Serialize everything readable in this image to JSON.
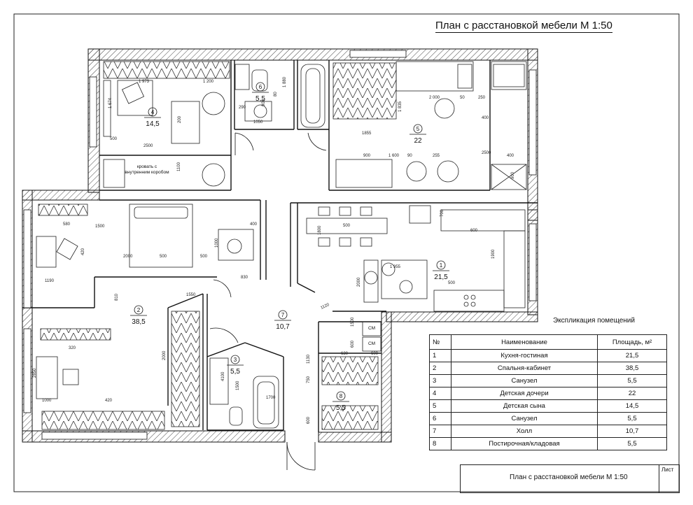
{
  "sheet_title": "План с расстановкой мебели М 1:50",
  "explication": {
    "title": "Экспликация помещений",
    "headers": [
      "№",
      "Наименование",
      "Площадь, м²"
    ],
    "rows": [
      [
        "1",
        "Кухня-гостиная",
        "21,5"
      ],
      [
        "2",
        "Спальня-кабинет",
        "38,5"
      ],
      [
        "3",
        "Санузел",
        "5,5"
      ],
      [
        "4",
        "Детская  дочери",
        "22"
      ],
      [
        "5",
        "Детская сына",
        "14,5"
      ],
      [
        "6",
        "Санузел",
        "5,5"
      ],
      [
        "7",
        "Холл",
        "10,7"
      ],
      [
        "8",
        "Постирочная/кладовая",
        "5,5"
      ]
    ]
  },
  "stamp": {
    "title": "План с расстановкой мебели М 1:50",
    "sheet_label": "Лист"
  },
  "rooms": [
    {
      "num": "1",
      "area": "21,5"
    },
    {
      "num": "2",
      "area": "38,5"
    },
    {
      "num": "3",
      "area": "5,5"
    },
    {
      "num": "4",
      "area": "14,5"
    },
    {
      "num": "5",
      "area": "22"
    },
    {
      "num": "6",
      "area": "5,5"
    },
    {
      "num": "7",
      "area": "10,7"
    },
    {
      "num": "8",
      "area": "5,5"
    }
  ],
  "notes": {
    "bed_label_1": "кровать с",
    "bed_label_2": "внутренним коробом",
    "cm1": "СМ",
    "cm2": "СМ"
  },
  "dims": [
    "1 973",
    "1 200",
    "1 674",
    "500",
    "2500",
    "200",
    "1100",
    "1 880",
    "290",
    "900",
    "80",
    "1050",
    "2 000",
    "50",
    "250",
    "1 835",
    "1855",
    "400",
    "900",
    "1 600",
    "90",
    "255",
    "2500",
    "400",
    "900",
    "580",
    "1500",
    "400",
    "420",
    "1190",
    "500",
    "2000",
    "500",
    "1000",
    "830",
    "500",
    "1800",
    "700",
    "600",
    "1900",
    "1 955",
    "500",
    "2000",
    "1550",
    "1120",
    "810",
    "1500",
    "600",
    "600",
    "630",
    "1130",
    "320",
    "2000",
    "2850",
    "1000",
    "420",
    "4100",
    "1500",
    "1700",
    "750",
    "600",
    "600"
  ]
}
